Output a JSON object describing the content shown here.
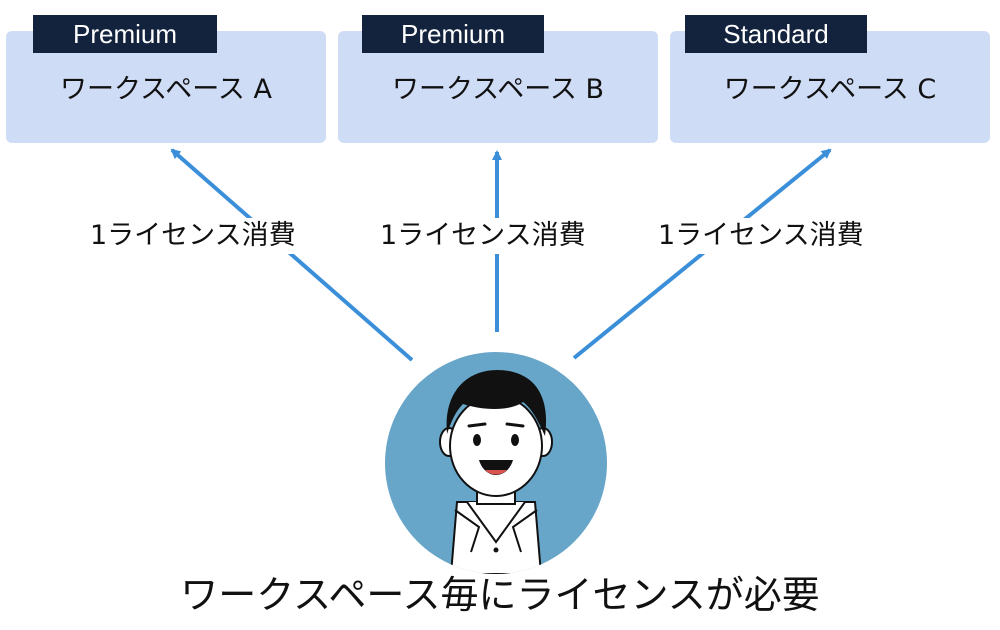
{
  "workspaces": [
    {
      "plan": "Premium",
      "name": "ワークスペース A"
    },
    {
      "plan": "Premium",
      "name": "ワークスペース B"
    },
    {
      "plan": "Standard",
      "name": "ワークスペース C"
    }
  ],
  "license_cost_label": "1ライセンス消費",
  "caption": "ワークスペース毎にライセンスが必要",
  "colors": {
    "workspace_bg": "#cfdcf6",
    "badge_bg": "#13233d",
    "arrow": "#3b8fd9",
    "avatar_bg": "#67a6c9"
  }
}
